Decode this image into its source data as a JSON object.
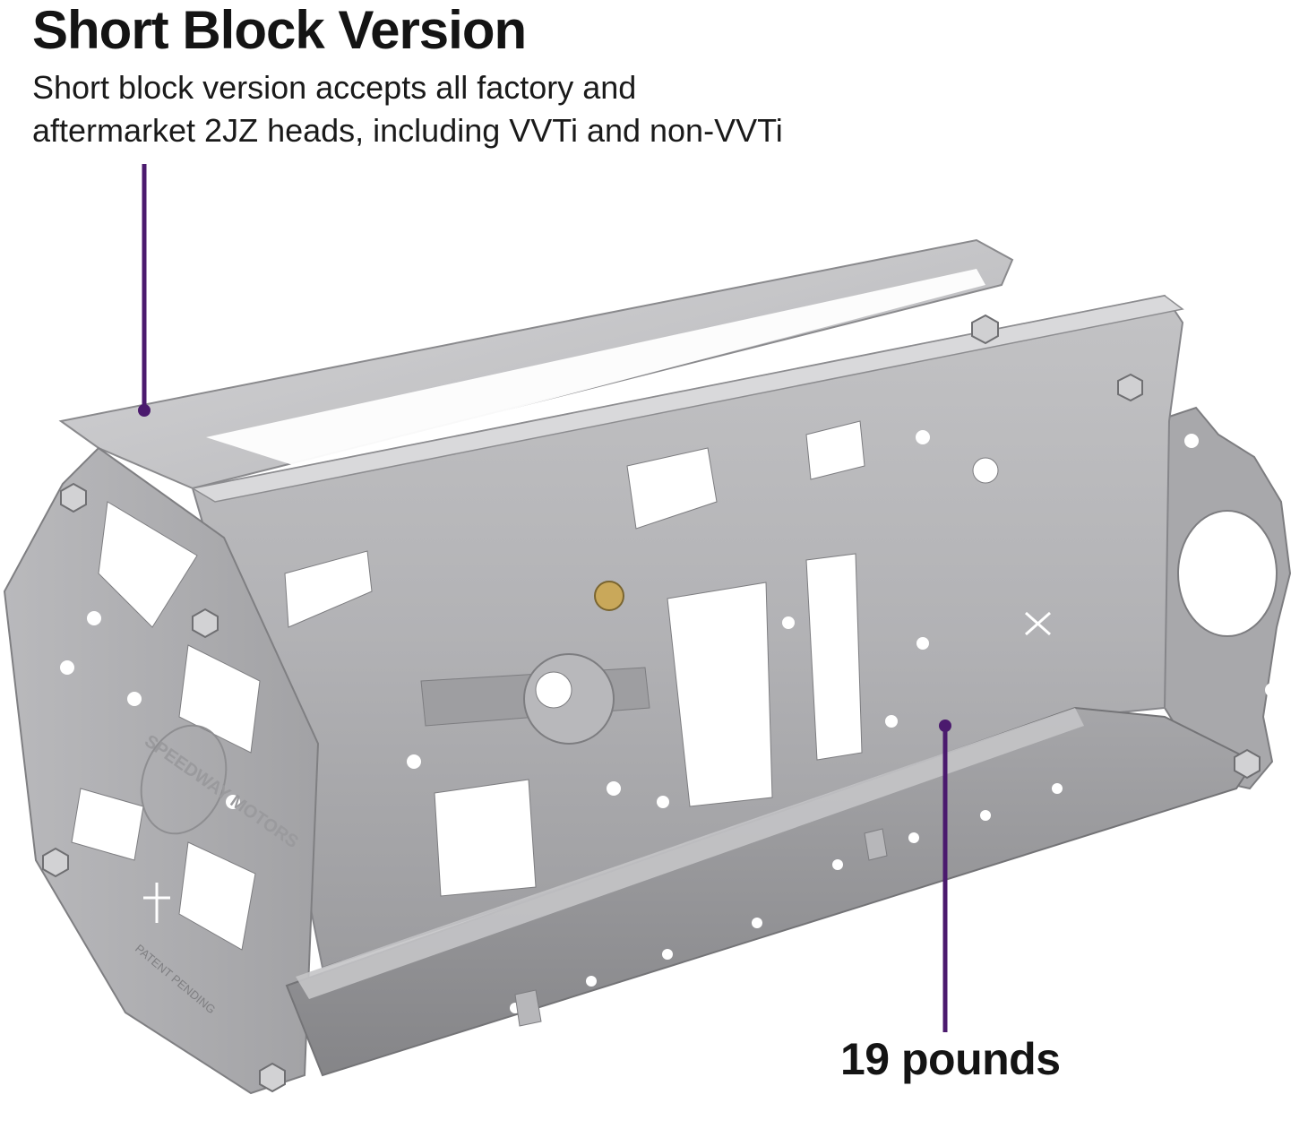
{
  "headline": "Short Block Version",
  "description": {
    "line1": "Short block version accepts all factory and",
    "line2": "aftermarket 2JZ heads, including VVTi and non-VVTi"
  },
  "weight_callout": "19 pounds",
  "product_marking": {
    "logo_text": "SPEEDWAY MOTORS",
    "stamp_text": "PATENT PENDING"
  },
  "colors": {
    "callout_line": "#4b1a6e",
    "metal_light": "#c9c9cb",
    "metal_mid": "#a9a9ab",
    "metal_dark": "#7d7d80",
    "text": "#141414",
    "background": "#ffffff"
  }
}
